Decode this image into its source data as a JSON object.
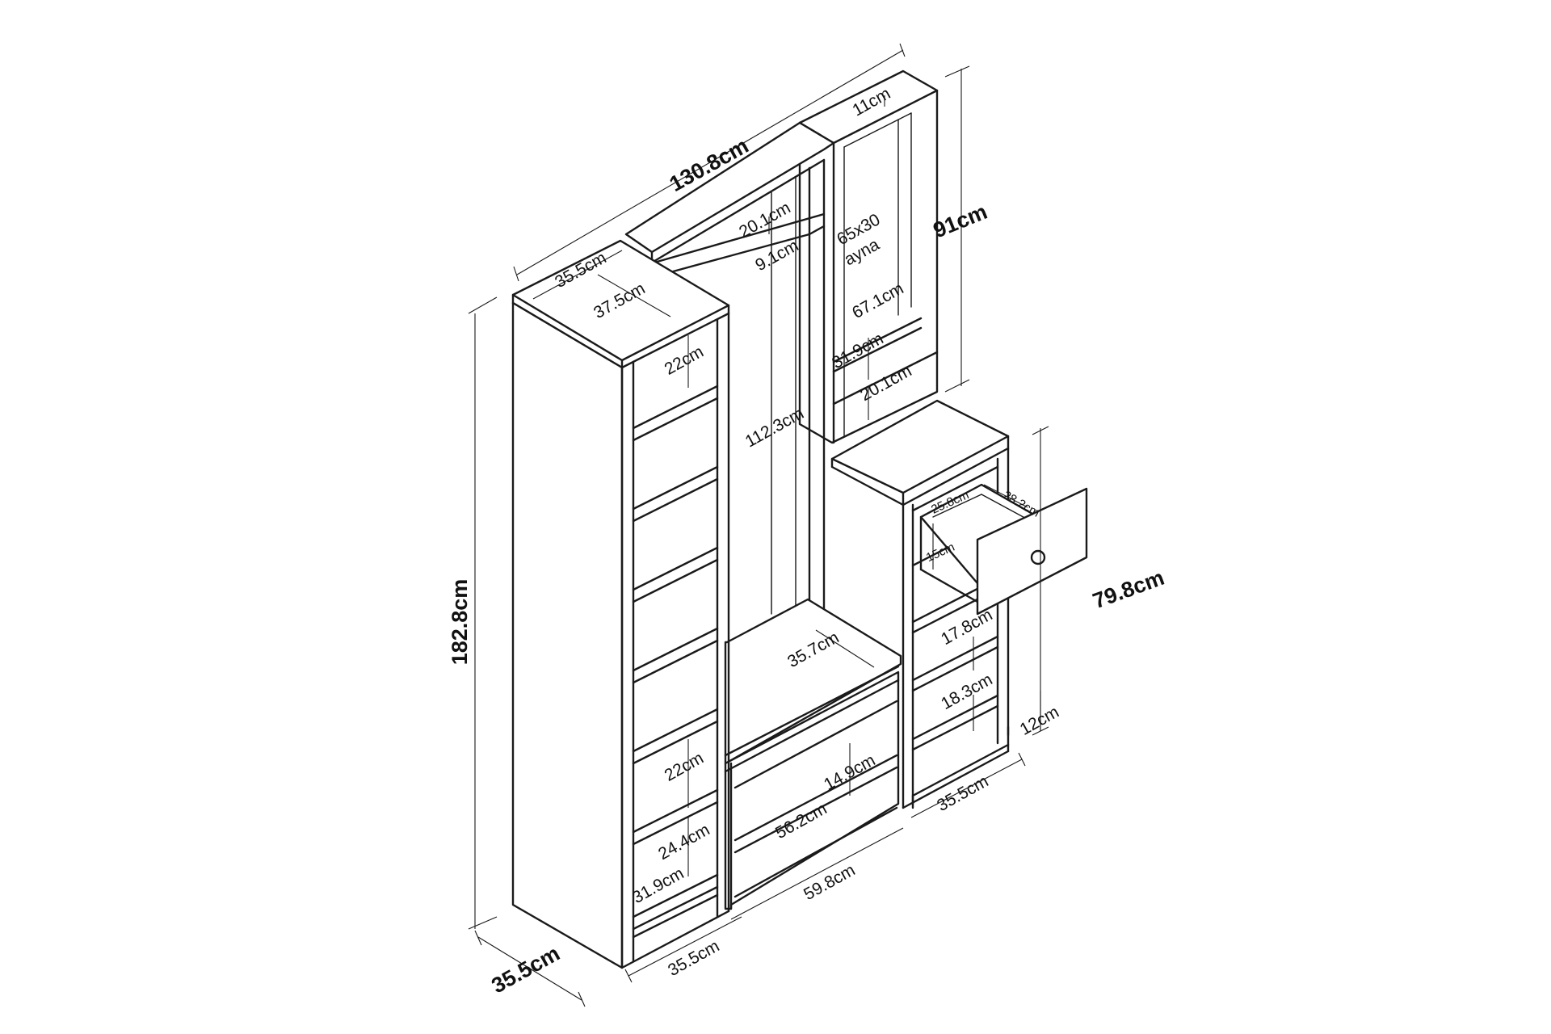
{
  "diagram": {
    "overall": {
      "width": "130.8cm",
      "height": "182.8cm",
      "depth": "35.5cm",
      "right_unit_height": "91cm",
      "drawer_unit_height": "79.8cm"
    },
    "left_tower": {
      "top_depth": "35.5cm",
      "top_inner": "37.5cm",
      "upper_gap": "22cm",
      "lower_gap": "22cm",
      "bottom_gap_a": "24.4cm",
      "bottom_gap_b": "31.9cm",
      "base_width": "35.5cm"
    },
    "center_bay": {
      "top_shelf_gap": "20.1cm",
      "top_shelf_depth": "9.1cm",
      "hang_height": "112.3cm",
      "bench_depth": "35.7cm",
      "drawer_height": "14.9cm",
      "drawer_width": "56.2cm",
      "base_width": "59.8cm"
    },
    "right_unit": {
      "top_shelf": "11cm",
      "mirror_size": "65x30",
      "mirror_word": "ayna",
      "mirror_height": "67.1cm",
      "shelf_depth": "31.9cm",
      "shelf_gap": "20.1cm",
      "drawer_depth": "25.8cm",
      "drawer_width": "28.2cm",
      "drawer_height": "15cm",
      "shelf_gap_a": "17.8cm",
      "shelf_gap_b": "18.3cm",
      "plinth": "12cm",
      "base_width": "35.5cm"
    }
  }
}
